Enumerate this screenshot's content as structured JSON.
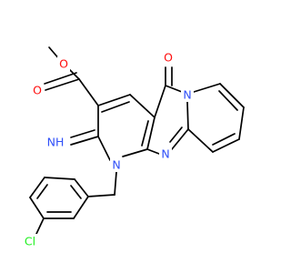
{
  "molecule": {
    "atom_labels": [
      {
        "id": "O_ester_carbonyl",
        "text": "O",
        "color": "#ff0d0d"
      },
      {
        "id": "O_ester_ether",
        "text": "O",
        "color": "#ff0d0d"
      },
      {
        "id": "O_ring_carbonyl",
        "text": "O",
        "color": "#ff0d0d"
      },
      {
        "id": "N_pyrido",
        "text": "N",
        "color": "#3050f8"
      },
      {
        "id": "N_imine",
        "text": "NH",
        "color": "#3050f8"
      },
      {
        "id": "N_ring_bottom",
        "text": "N",
        "color": "#3050f8"
      },
      {
        "id": "N_ring_mid",
        "text": "N",
        "color": "#3050f8"
      },
      {
        "id": "Cl",
        "text": "Cl",
        "color": "#1ff01f"
      }
    ]
  }
}
